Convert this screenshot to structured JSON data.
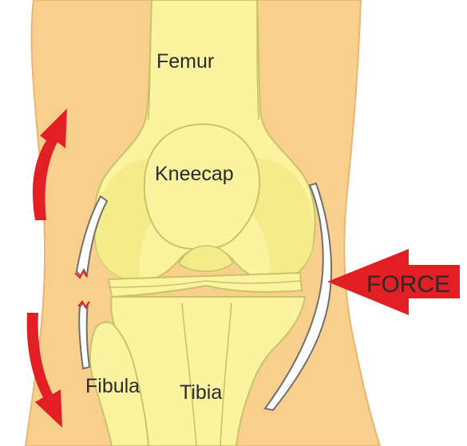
{
  "labels": {
    "femur": "Femur",
    "kneecap": "Kneecap",
    "fibula": "Fibula",
    "tibia": "Tibia",
    "force": "FORCE"
  },
  "colors": {
    "background": "#ffffff",
    "skin": "#f9cf8e",
    "skin_outline": "#e9b571",
    "bone": "#fbf3a0",
    "bone_shade": "#f4eb8a",
    "bone_outline": "#c8c466",
    "ligament": "#ffffff",
    "ligament_outline": "#6f6f6f",
    "arrow": "#e31f26",
    "text": "#2a2a2a"
  },
  "icons": {
    "force_arrow": "left-arrow-icon",
    "bend_arrows": "curved-arrow-icon"
  }
}
